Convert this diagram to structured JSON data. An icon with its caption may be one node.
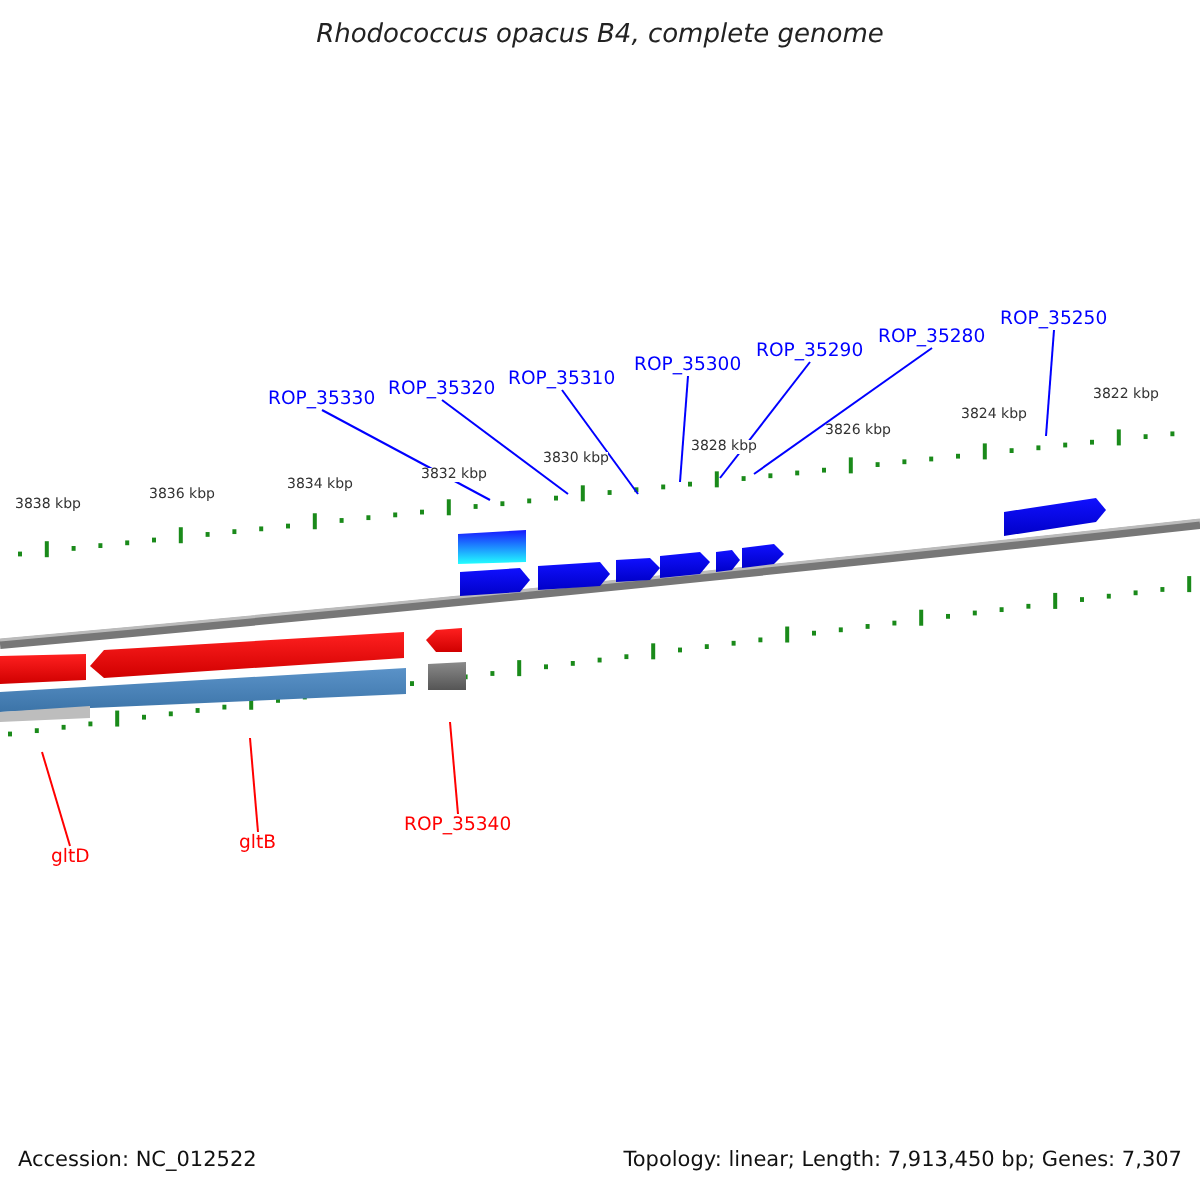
{
  "diagram": {
    "title": "Rhodococcus opacus B4, complete genome",
    "nodes": [
      {
        "text": [
          "ROP_35330"
        ]
      },
      {
        "text": [
          "ROP_35320"
        ]
      },
      {
        "text": [
          "ROP_35310"
        ]
      },
      {
        "text": [
          "ROP_35300"
        ]
      },
      {
        "text": [
          "ROP_35290"
        ]
      },
      {
        "text": [
          "ROP_35280"
        ]
      },
      {
        "text": [
          "ROP_35250"
        ]
      },
      {
        "text": [
          "gltD"
        ]
      },
      {
        "text": [
          "gltB"
        ]
      },
      {
        "text": [
          "ROP_35340"
        ]
      }
    ],
    "edges": [
      {
        "from": 0,
        "to": null,
        "arrow": "none"
      },
      {
        "from": 1,
        "to": null,
        "arrow": "none"
      },
      {
        "from": 2,
        "to": null,
        "arrow": "none"
      },
      {
        "from": 3,
        "to": null,
        "arrow": "none"
      },
      {
        "from": 4,
        "to": null,
        "arrow": "none"
      },
      {
        "from": 5,
        "to": null,
        "arrow": "none"
      },
      {
        "from": 6,
        "to": null,
        "arrow": "none"
      },
      {
        "from": 7,
        "to": null,
        "arrow": "none",
        "color": "#ff0000"
      },
      {
        "from": 8,
        "to": null,
        "arrow": "none",
        "color": "#ff0000"
      },
      {
        "from": 9,
        "to": null,
        "arrow": "none",
        "color": "#ff0000"
      }
    ],
    "labels": [
      "3838 kbp",
      "3836 kbp",
      "3834 kbp",
      "3832 kbp",
      "3830 kbp",
      "3828 kbp",
      "3826 kbp",
      "3824 kbp",
      "3822 kbp",
      "Accession: NC_012522",
      "Topology: linear; Length: 7,913,450 bp; Genes: 7,307"
    ]
  }
}
